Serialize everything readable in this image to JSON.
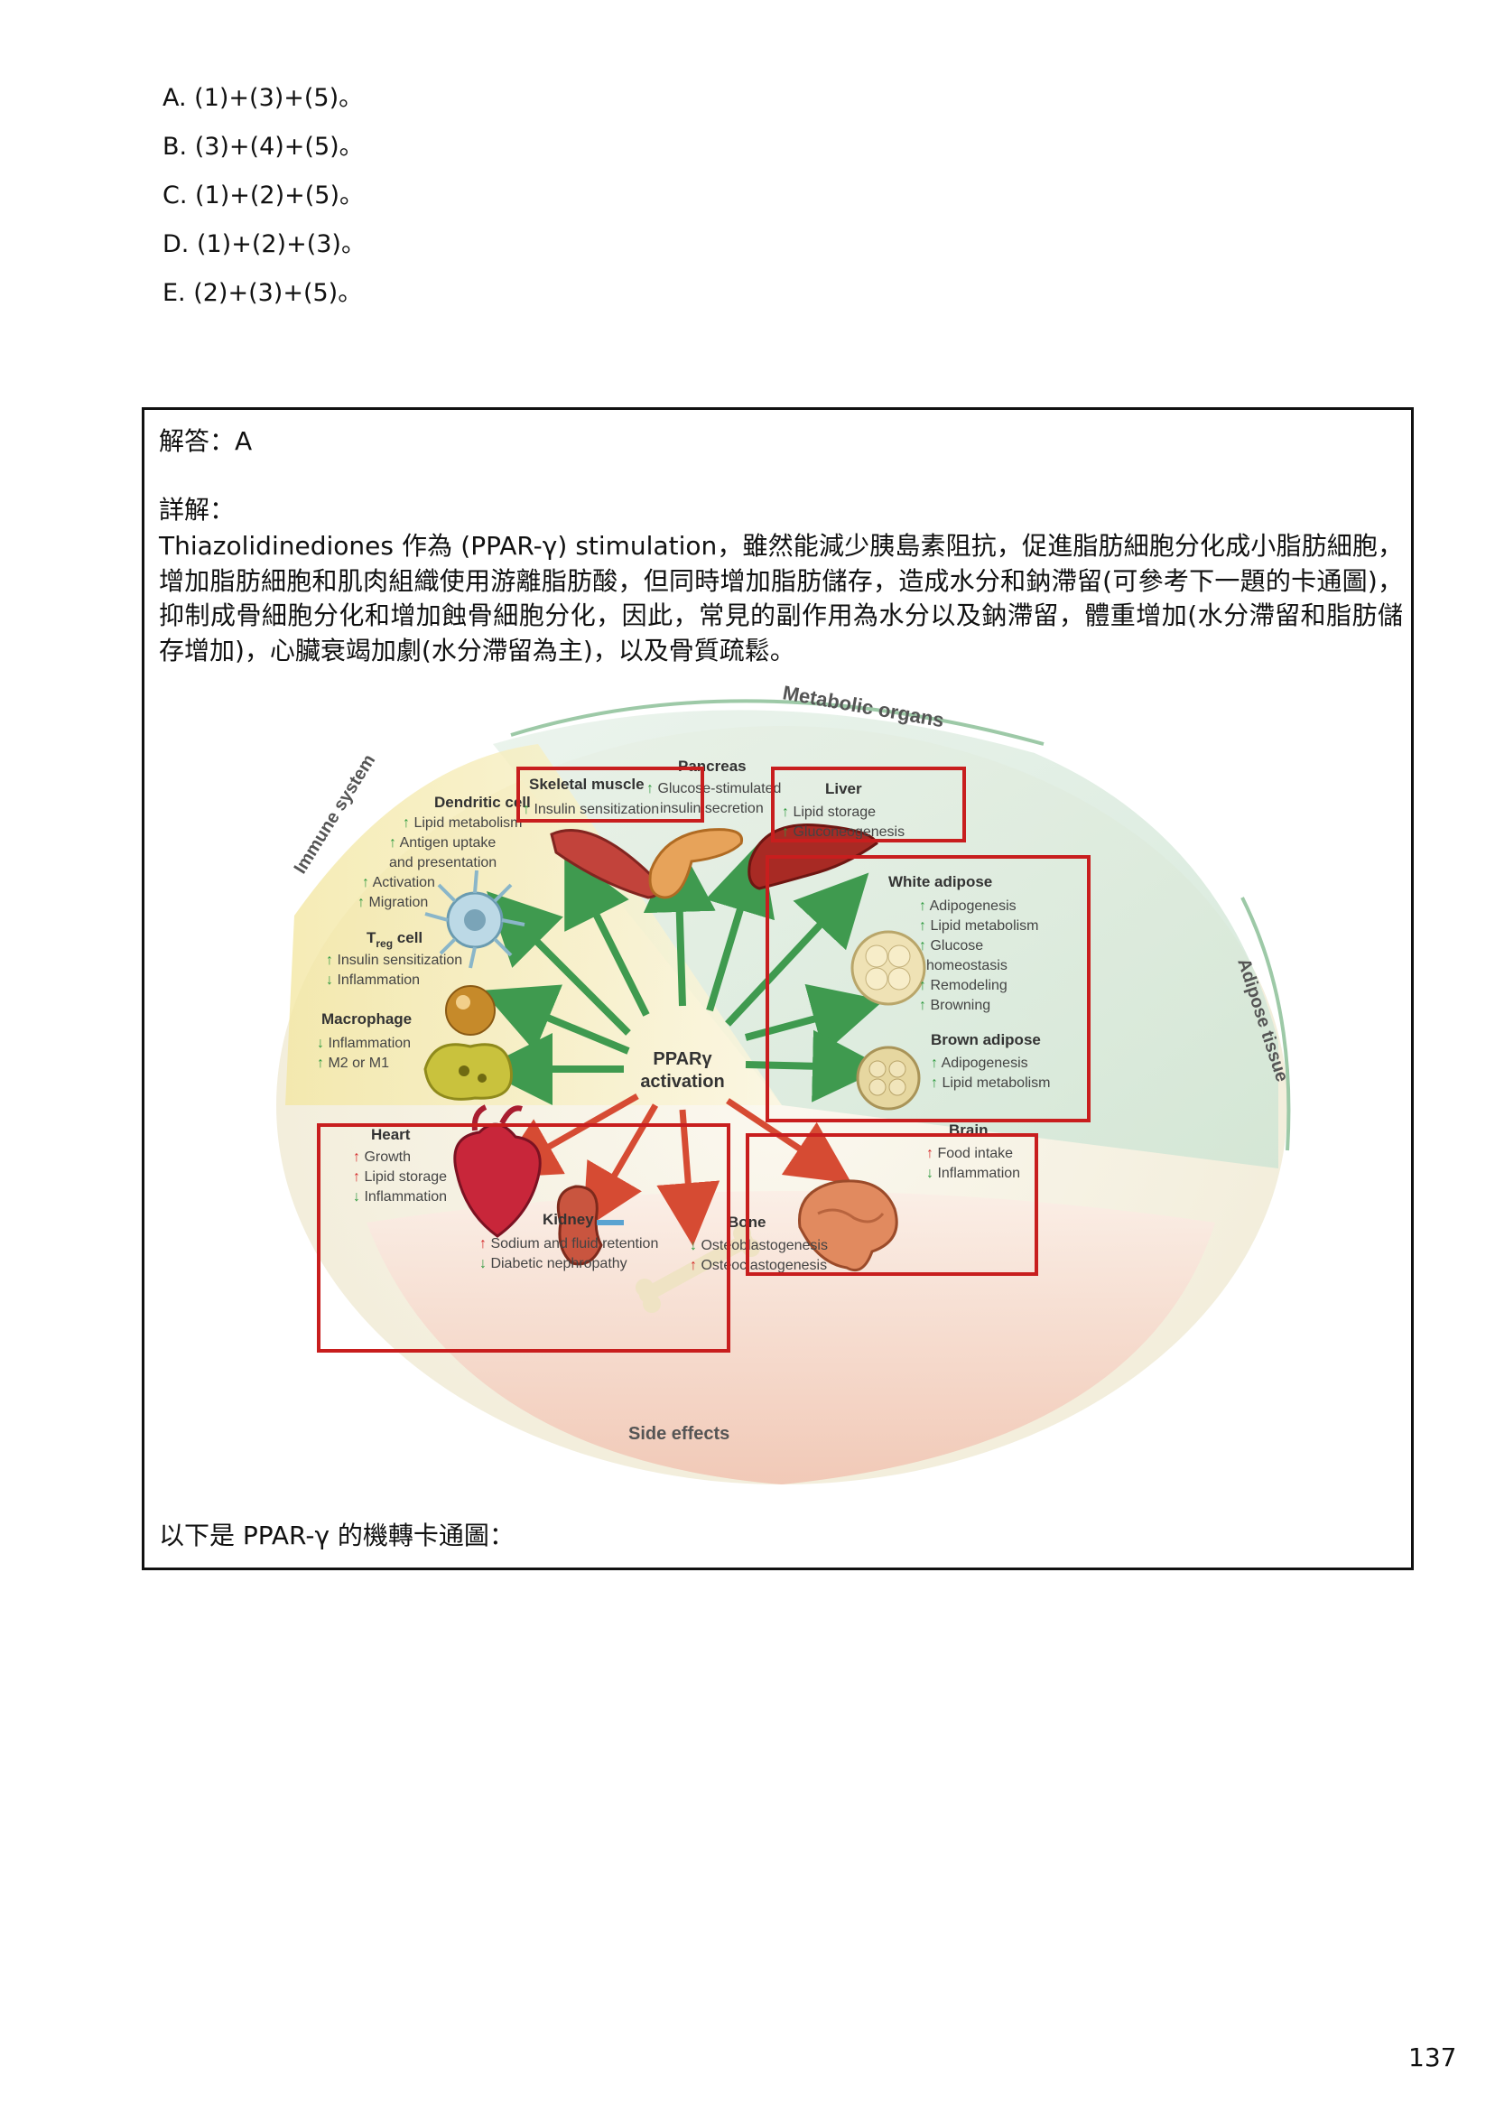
{
  "options": [
    "A. (1)+(3)+(5)。",
    "B. (3)+(4)+(5)。",
    "C. (1)+(2)+(5)。",
    "D. (1)+(2)+(3)。",
    "E. (2)+(3)+(5)。"
  ],
  "answer": "解答：A",
  "explanation_title": "詳解：",
  "explanation": "Thiazolidinediones 作為 (PPAR-γ) stimulation，雖然能減少胰島素阻抗，促進脂肪細胞分化成小脂肪細胞，增加脂肪細胞和肌肉組織使用游離脂肪酸，但同時增加脂肪儲存，造成水分和鈉滯留(可參考下一題的卡通圖)，抑制成骨細胞分化和增加蝕骨細胞分化，因此，常見的副作用為水分以及鈉滯留，體重增加(水分滯留和脂肪儲存增加)，心臟衰竭加劇(水分滯留為主)，以及骨質疏鬆。",
  "figure": {
    "center": [
      "PPARγ",
      "activation"
    ],
    "groups": {
      "metabolic": "Metabolic organs",
      "immune": "Immune system",
      "adipose": "Adipose tissue",
      "side": "Side effects"
    },
    "skeletal_muscle": {
      "title": "Skeletal muscle",
      "items": [
        "↑ Insulin sensitization"
      ]
    },
    "pancreas": {
      "title": "Pancreas",
      "items": [
        "↑ Glucose-stimulated",
        "insulin secretion"
      ]
    },
    "liver": {
      "title": "Liver",
      "items": [
        "↑ Lipid storage",
        "↑ Gluconeogenesis"
      ]
    },
    "white_adipose": {
      "title": "White adipose",
      "items": [
        "↑ Adipogenesis",
        "↑ Lipid metabolism",
        "↑ Glucose",
        "homeostasis",
        "↑ Remodeling",
        "↑ Browning"
      ]
    },
    "brown_adipose": {
      "title": "Brown adipose",
      "items": [
        "↑ Adipogenesis",
        "↑ Lipid metabolism"
      ]
    },
    "brain": {
      "title": "Brain",
      "items": [
        "↑ Food intake",
        "↓ Inflammation"
      ]
    },
    "bone": {
      "title": "Bone",
      "items": [
        "↓ Osteoblastogenesis",
        "↑ Osteoclastogenesis"
      ]
    },
    "kidney": {
      "title": "Kidney",
      "items": [
        "↑ Sodium and fluid retention",
        "↓ Diabetic nephropathy"
      ]
    },
    "heart": {
      "title": "Heart",
      "items": [
        "↑ Growth",
        "↑ Lipid storage",
        "↓ Inflammation"
      ]
    },
    "macrophage": {
      "title": "Macrophage",
      "items": [
        "↓ Inflammation",
        "↑ M2 or M1"
      ]
    },
    "treg": {
      "title": "T",
      "sub": "reg",
      "suffix": " cell",
      "items": [
        "↑ Insulin sensitization",
        "↓ Inflammation"
      ]
    },
    "dendritic": {
      "title": "Dendritic cell",
      "items": [
        "↑ Lipid metabolism",
        "↑ Antigen uptake",
        "and presentation",
        "↑ Activation",
        "↑ Migration"
      ]
    }
  },
  "caption": "以下是 PPAR-γ 的機轉卡通圖：",
  "page_number": "137",
  "colors": {
    "green_arrow": "#3f9a4f",
    "red_arrow": "#d64b33",
    "highlight_box": "#c81e1e",
    "up_green": "#2f9a3f",
    "up_red": "#d42a2a"
  }
}
